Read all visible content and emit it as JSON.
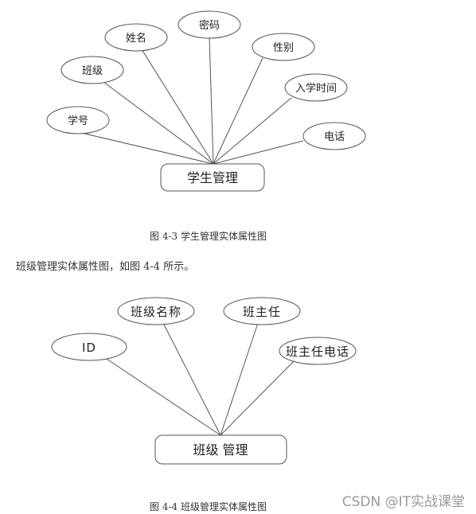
{
  "figure1": {
    "entity": "学生管理",
    "attributes": [
      "学号",
      "班级",
      "姓名",
      "密码",
      "性别",
      "入学时间",
      "电话"
    ],
    "caption": "图 4-3 学生管理实体属性图"
  },
  "paragraph": "班级管理实体属性图，如图 4-4 所示。",
  "figure2": {
    "entity": "班级 管理",
    "attributes": [
      "ID",
      "班级名称",
      "班主任",
      "班主任电话"
    ],
    "caption": "图 4-4 班级管理实体属性图"
  },
  "watermark": "CSDN @IT实战课堂"
}
